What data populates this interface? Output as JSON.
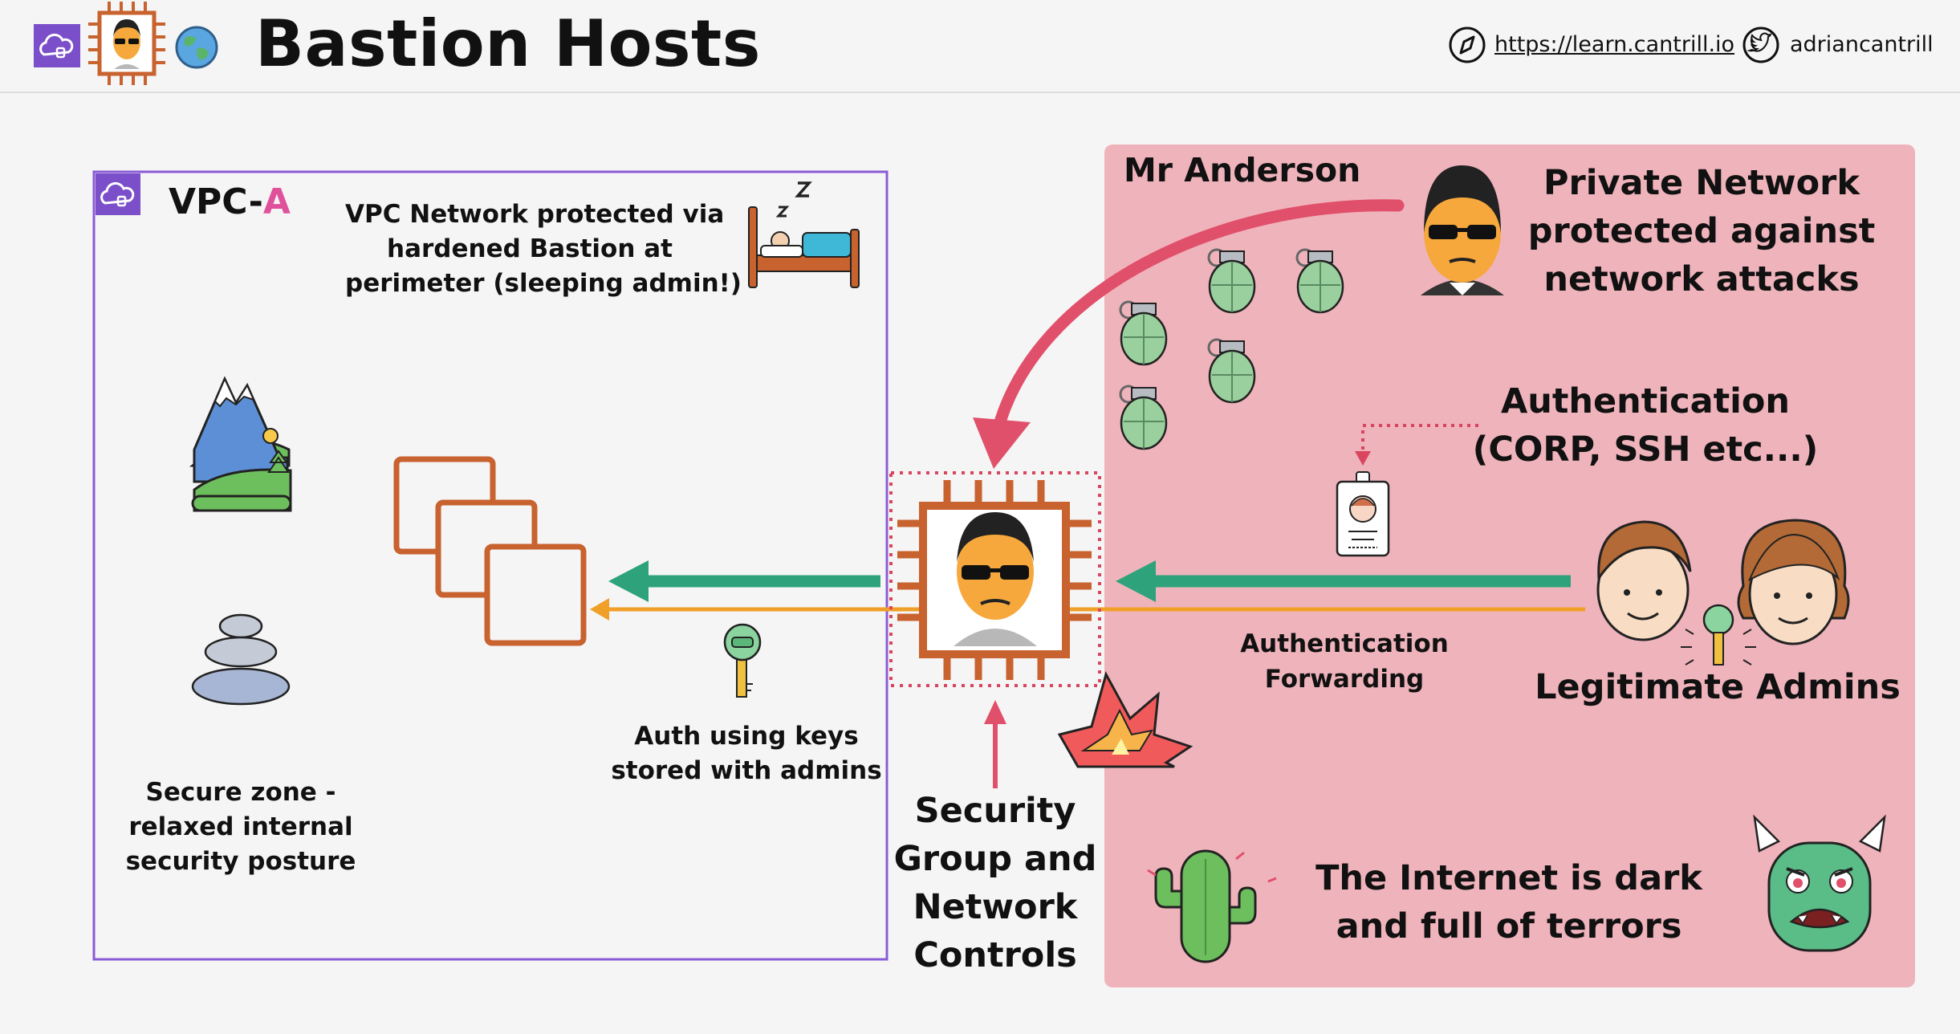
{
  "header": {
    "title": "Bastion Hosts",
    "website": "https://learn.cantrill.io",
    "twitter": "adriancantrill"
  },
  "vpc": {
    "title_prefix": "VPC-",
    "title_suffix": "A",
    "note_lines": [
      "VPC Network protected via",
      "hardened Bastion at",
      "perimeter (sleeping admin!)"
    ],
    "zone_lines": [
      "Secure zone -",
      "relaxed internal",
      "security posture"
    ],
    "auth_keys_lines": [
      "Auth using keys",
      "stored with admins"
    ]
  },
  "bastion": {
    "controls_lines": [
      "Security",
      "Group and",
      "Network",
      "Controls"
    ]
  },
  "internet": {
    "attacker_label": "Mr Anderson",
    "private_lines": [
      "Private Network",
      "protected against",
      "network attacks"
    ],
    "auth_lines": [
      "Authentication",
      "(CORP, SSH etc...)"
    ],
    "forwarding_lines": [
      "Authentication",
      "Forwarding"
    ],
    "admins_label": "Legitimate Admins",
    "dark_lines": [
      "The Internet is dark",
      "and full of terrors"
    ]
  },
  "colors": {
    "vpc_border": "#8a5bd6",
    "vpc_accent": "#e0519b",
    "internet_bg": "#efb3bb",
    "instance": "#c8622e",
    "green_arrow": "#2ea37b",
    "orange_arrow": "#f0a028",
    "red_arrow": "#e1506a",
    "dotted": "#d9455f"
  }
}
